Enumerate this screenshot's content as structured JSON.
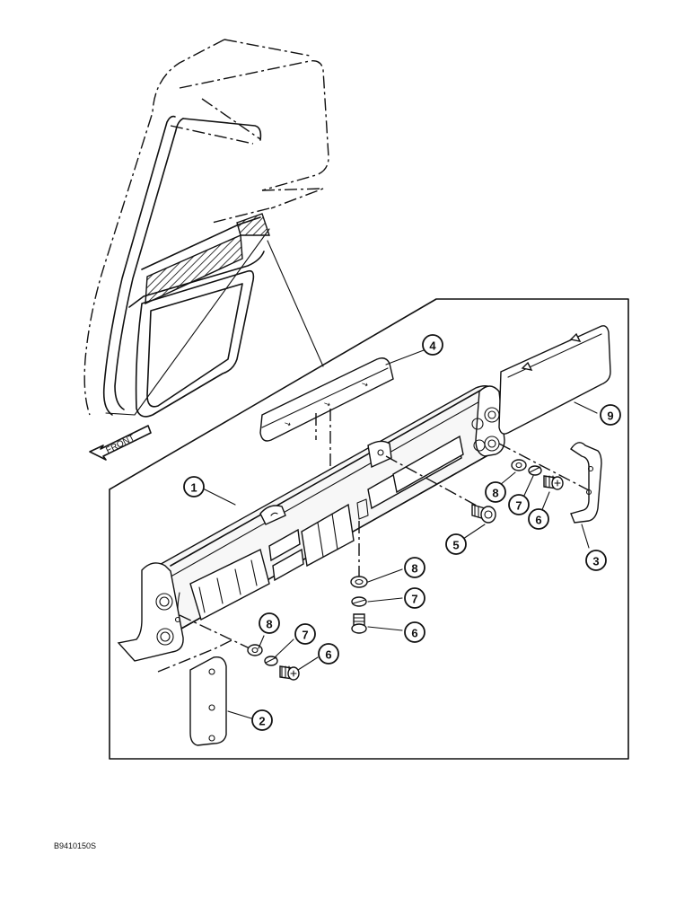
{
  "figure_code": "B9410150S",
  "front_label": "FRONT",
  "callouts": [
    "1",
    "2",
    "3",
    "4",
    "5",
    "6",
    "6",
    "6",
    "7",
    "7",
    "7",
    "8",
    "8",
    "8",
    "9"
  ]
}
